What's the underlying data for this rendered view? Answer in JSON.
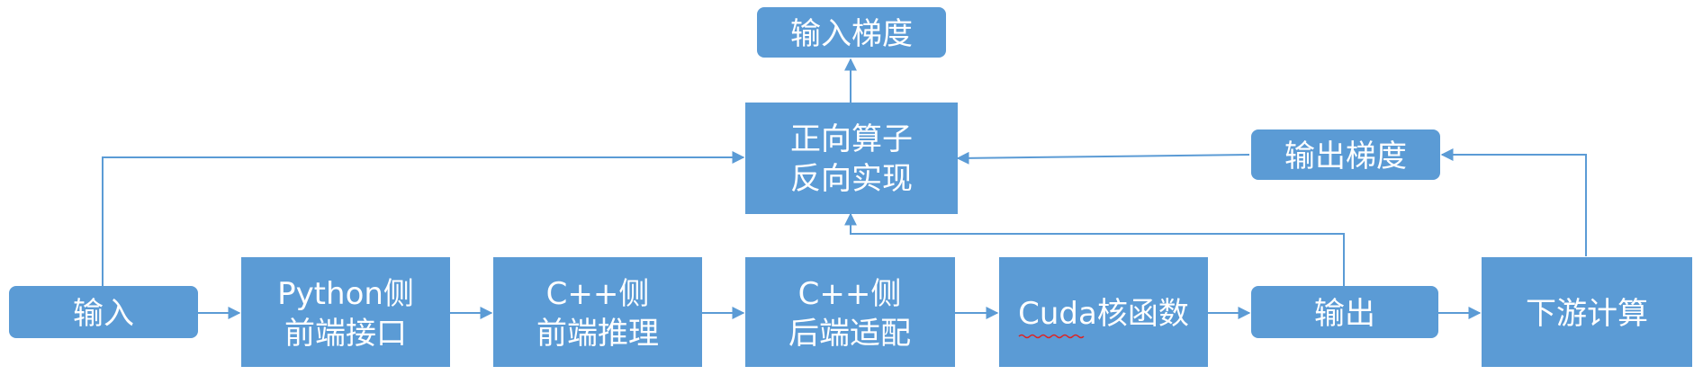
{
  "colors": {
    "node_fill": "#5b9bd5",
    "node_text": "#ffffff",
    "connector": "#5b9bd5",
    "background": "#ffffff"
  },
  "nodes": {
    "input": {
      "lines": [
        "输入"
      ]
    },
    "python_frontend": {
      "lines": [
        "Python侧",
        "前端接口"
      ]
    },
    "cpp_frontend": {
      "lines": [
        "C++侧",
        "前端推理"
      ]
    },
    "cpp_backend": {
      "lines": [
        "C++侧",
        "后端适配"
      ]
    },
    "cuda_kernel": {
      "lines": [
        "Cuda核函数"
      ]
    },
    "output": {
      "lines": [
        "输出"
      ]
    },
    "downstream": {
      "lines": [
        "下游计算"
      ]
    },
    "operator": {
      "lines": [
        "正向算子",
        "反向实现"
      ]
    },
    "input_grad": {
      "lines": [
        "输入梯度"
      ]
    },
    "output_grad": {
      "lines": [
        "输出梯度"
      ]
    }
  }
}
